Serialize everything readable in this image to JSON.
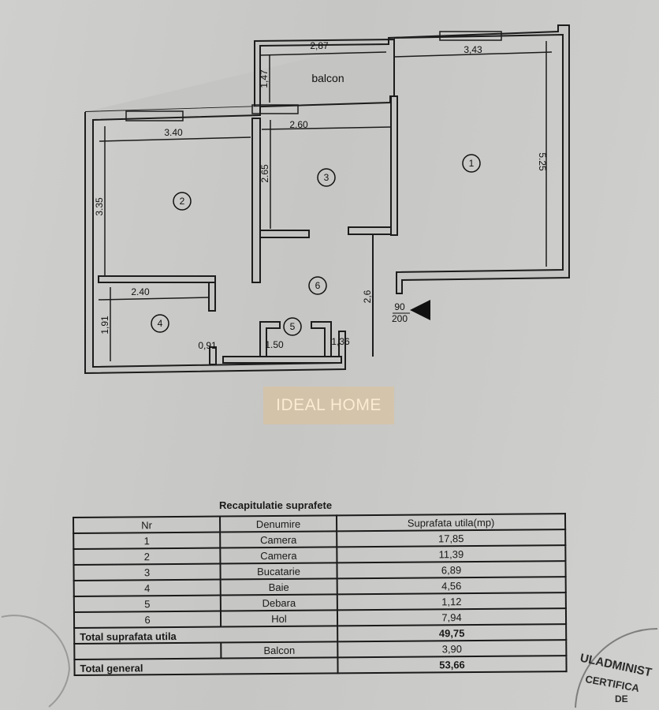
{
  "floor_plan": {
    "balcony_label": "balcon",
    "dimensions": {
      "balcon_width": "2,87",
      "room1_width": "3,43",
      "balcon_depth": "1,47",
      "room2_width": "3.40",
      "room3_width": "2.60",
      "room3_depth": "2.65",
      "room2_depth": "3.35",
      "room1_depth": "5.25",
      "room4_width": "2.40",
      "room4_depth": "1,91",
      "hall_seg_1": "0,91",
      "hall_seg_2": "1.50",
      "hall_seg_3": "1,36",
      "hall_depth": "2,6"
    },
    "door_size_top": "90",
    "door_size_bottom": "200",
    "room_numbers": [
      "1",
      "2",
      "3",
      "4",
      "5",
      "6"
    ]
  },
  "watermark": "IDEAL HOME",
  "summary": {
    "title": "Recapitulatie suprafete",
    "headers": [
      "Nr",
      "Denumire",
      "Suprafata utila(mp)"
    ],
    "rows": [
      {
        "nr": "1",
        "name": "Camera",
        "area": "17,85"
      },
      {
        "nr": "2",
        "name": "Camera",
        "area": "11,39"
      },
      {
        "nr": "3",
        "name": "Bucatarie",
        "area": "6,89"
      },
      {
        "nr": "4",
        "name": "Baie",
        "area": "4,56"
      },
      {
        "nr": "5",
        "name": "Debara",
        "area": "1,12"
      },
      {
        "nr": "6",
        "name": "Hol",
        "area": "7,94"
      }
    ],
    "total_useful_label": "Total suprafata utila",
    "total_useful": "49,75",
    "balcony_name": "Balcon",
    "balcony_area": "3,90",
    "total_general_label": "Total general",
    "total_general": "53,66"
  },
  "stamp_text": [
    "ULADMINIST",
    "CERTIFICA",
    "DE"
  ],
  "colors": {
    "watermark": "#ecbe78",
    "ink": "#1a1a1a",
    "paper": "#c9c9c7"
  }
}
